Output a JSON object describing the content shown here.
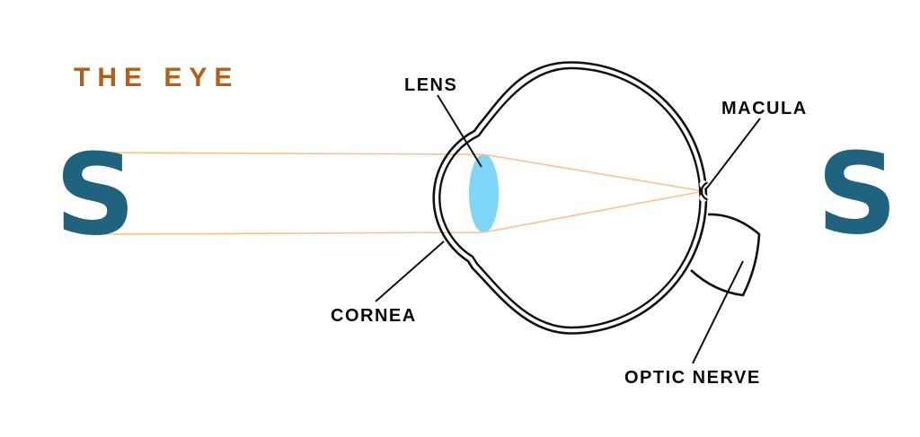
{
  "title": "THE EYE",
  "stimulus": {
    "left_letter": "S",
    "right_letter": "S"
  },
  "labels": {
    "lens": "LENS",
    "macula": "MACULA",
    "cornea": "CORNEA",
    "optic_nerve": "OPTIC NERVE"
  },
  "colors": {
    "title": "#b25f17",
    "stimulus": "#20637f",
    "lens_fill": "#7ed7f6",
    "ray": "#f8c28d",
    "ink": "#111111"
  }
}
